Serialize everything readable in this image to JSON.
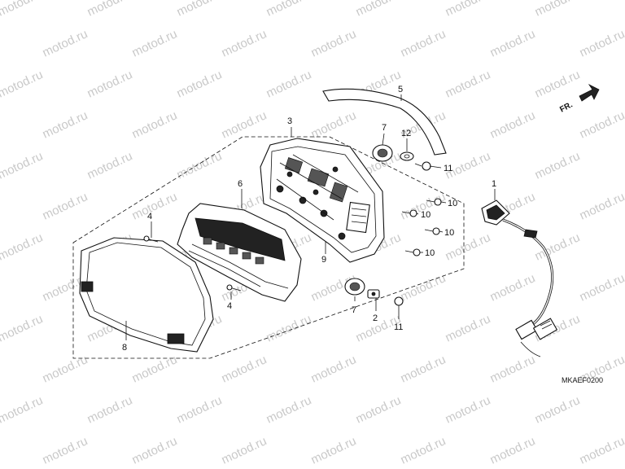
{
  "diagram": {
    "code": "MKAEF0200",
    "direction_label": "FR.",
    "watermark": "motod.ru",
    "callouts": {
      "c1": "1",
      "c2": "2",
      "c3": "3",
      "c4a": "4",
      "c4b": "4",
      "c5": "5",
      "c6": "6",
      "c7a": "7",
      "c7b": "7",
      "c8": "8",
      "c9": "9",
      "c10a": "10",
      "c10b": "10",
      "c10c": "10",
      "c10d": "10",
      "c11a": "11",
      "c11b": "11",
      "c12": "12"
    }
  }
}
